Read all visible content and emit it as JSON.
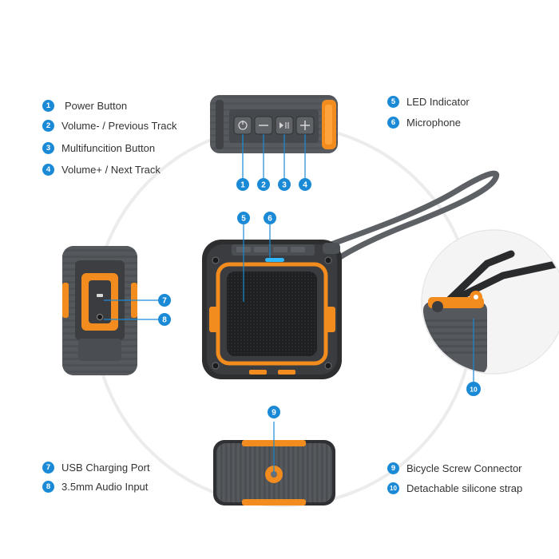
{
  "legend": {
    "left_top": [
      {
        "n": "1",
        "label": "Power Button"
      },
      {
        "n": "2",
        "label": "Volume- / Previous Track"
      },
      {
        "n": "3",
        "label": "Multifuncition Button"
      },
      {
        "n": "4",
        "label": "Volume+ / Next Track"
      }
    ],
    "right_top": [
      {
        "n": "5",
        "label": "LED Indicator"
      },
      {
        "n": "6",
        "label": "Microphone"
      }
    ],
    "left_bottom": [
      {
        "n": "7",
        "label": "USB Charging Port"
      },
      {
        "n": "8",
        "label": "3.5mm Audio Input"
      }
    ],
    "right_bottom": [
      {
        "n": "9",
        "label": "Bicycle Screw Connector"
      },
      {
        "n": "10",
        "label": "Detachable silicone strap"
      }
    ]
  },
  "callouts": {
    "top_buttons": [
      "1",
      "2",
      "3",
      "4"
    ],
    "front": [
      "5",
      "6"
    ],
    "side": [
      "7",
      "8"
    ],
    "bottom": "9",
    "strap": "10"
  },
  "colors": {
    "accent": "#1b8ad6",
    "orange": "#f28c1e",
    "body": "#5b5e62",
    "dark": "#2a2b2d"
  }
}
